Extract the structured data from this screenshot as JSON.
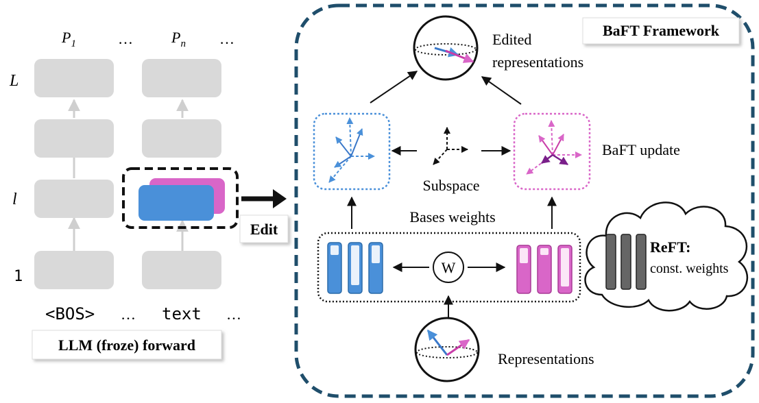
{
  "left": {
    "top_labels": {
      "p1_base": "P",
      "p1_sub": "1",
      "dots1": "…",
      "pn_base": "P",
      "pn_sub": "n",
      "dots2": "…"
    },
    "layer_labels": {
      "L": "L",
      "l": "l",
      "one": "1"
    },
    "bottom_tokens": {
      "bos": "<BOS>",
      "dots1": "…",
      "text": "text",
      "dots2": "…"
    },
    "caption": "LLM (froze) forward",
    "edit_label": "Edit"
  },
  "framework": {
    "title": "BaFT Framework",
    "edited_label_line1": "Edited",
    "edited_label_line2": "representations",
    "baft_update_label": "BaFT update",
    "subspace_label": "Subspace",
    "bases_weights_label": "Bases weights",
    "w_label": "W",
    "representations_label": "Representations"
  },
  "reft": {
    "title": "ReFT:",
    "subtitle": "const. weights"
  },
  "colors": {
    "blue": "#4a90d9",
    "pink": "#d966c8",
    "gray_block": "#d9d9d9",
    "frame": "#1f4e6b",
    "purple": "#7a1f8a"
  },
  "icons": [
    "arrow-right-icon",
    "sphere-icon",
    "axes-icon",
    "cloud-icon"
  ]
}
